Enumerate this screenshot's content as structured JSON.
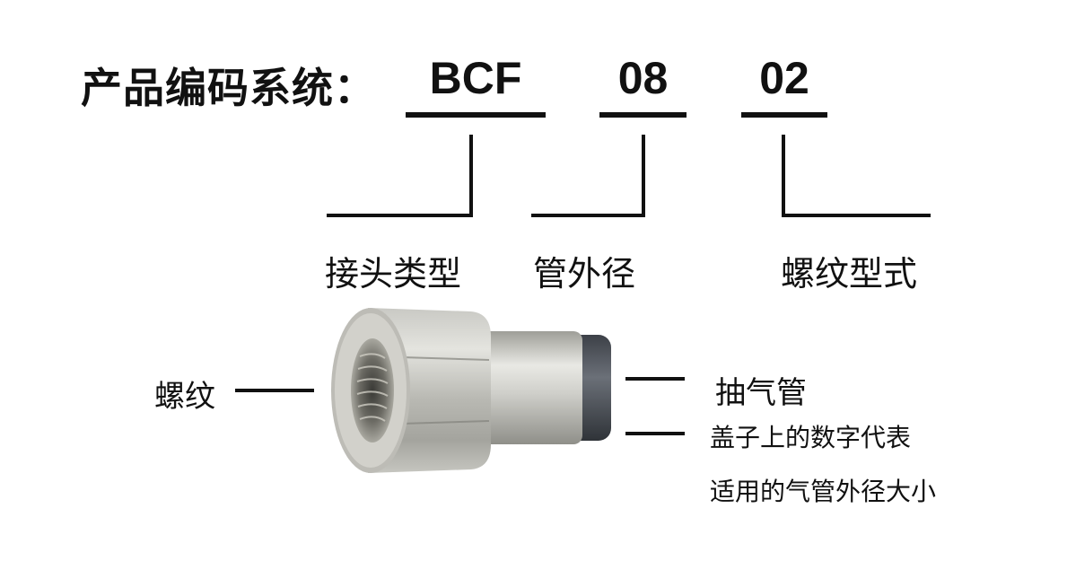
{
  "header": {
    "title": "产品编码系统：",
    "codes": [
      "BCF",
      "08",
      "02"
    ]
  },
  "segments": [
    "接头类型",
    "管外径",
    "螺纹型式"
  ],
  "callouts": {
    "thread": "螺纹",
    "tube": "抽气管",
    "note_line1": "盖子上的数字代表",
    "note_line2": "适用的气管外径大小"
  },
  "colors": {
    "ink": "#111111",
    "metal_light": "#d8d8d4",
    "metal_dark": "#8e8e88",
    "cap": "#4a4f56"
  }
}
